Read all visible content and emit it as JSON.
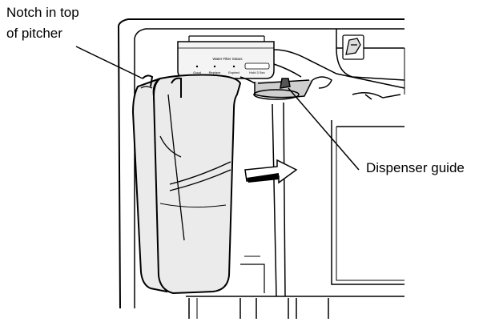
{
  "callouts": {
    "notch_line_1": "Notch in top",
    "notch_line_2": "of pitcher",
    "dispenser_guide": "Dispenser guide"
  },
  "filter_panel": {
    "title": "Water Filter Status",
    "indicators": [
      "Good",
      "Replace",
      "Expired",
      "Hold 3 Sec"
    ]
  },
  "colors": {
    "ink": "#000000",
    "pitcher_fill": "#ebebeb",
    "panel_fill": "#f4f4f4"
  }
}
